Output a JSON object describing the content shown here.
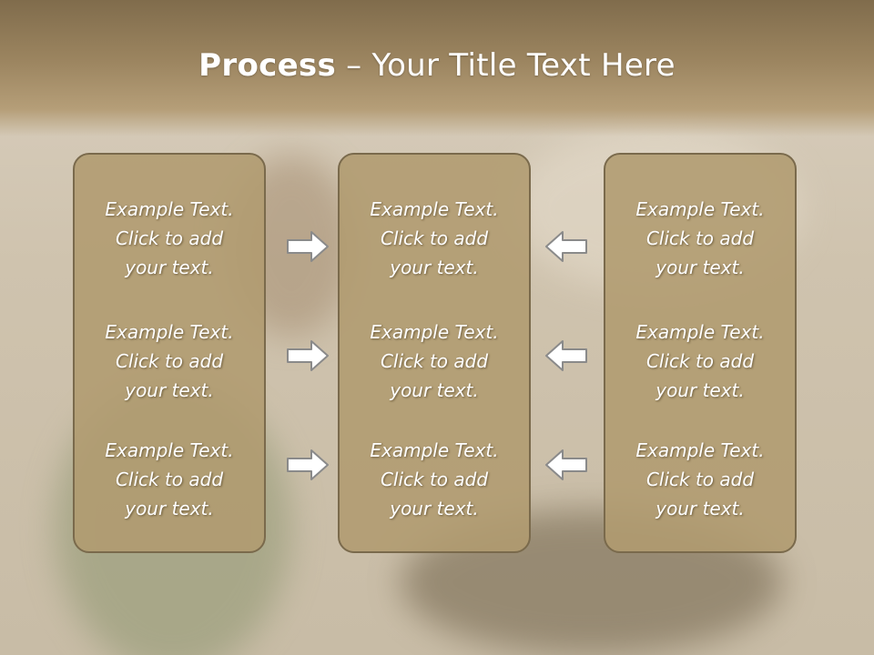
{
  "title": {
    "bold": "Process",
    "rest": " – Your Title Text Here"
  },
  "columns": [
    {
      "blocks": [
        "Example Text.\nClick  to add\nyour text.",
        "Example Text.\nClick  to add\nyour text.",
        "Example Text.\nClick  to add\nyour text."
      ]
    },
    {
      "blocks": [
        "Example Text.\nClick  to add\nyour text.",
        "Example Text.\nClick  to add\nyour text.",
        "Example Text.\nClick  to add\nyour text."
      ]
    },
    {
      "blocks": [
        "Example Text.\nClick  to add\nyour text.",
        "Example Text.\nClick  to add\nyour text.",
        "Example Text.\nClick  to add\nyour text."
      ]
    }
  ],
  "icons": {
    "left_arrows": "arrow-right-icon",
    "right_arrows": "arrow-left-icon"
  },
  "colors": {
    "box_fill": "#b09b70",
    "box_border": "#7a6a4c",
    "title_bar": "#9c8560"
  }
}
